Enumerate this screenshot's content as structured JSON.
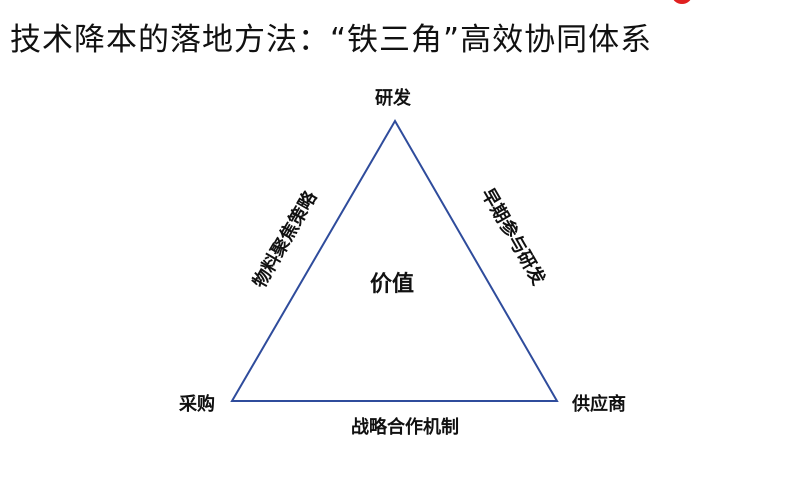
{
  "title": "技术降本的落地方法：“铁三角”高效协同体系",
  "diagram": {
    "vertices": {
      "top": "研发",
      "left": "采购",
      "right": "供应商"
    },
    "edges": {
      "left": "物料聚焦策略",
      "right": "早期参与研发",
      "bottom": "战略合作机制"
    },
    "center": "价值",
    "line_color": "#2f4c9c"
  }
}
